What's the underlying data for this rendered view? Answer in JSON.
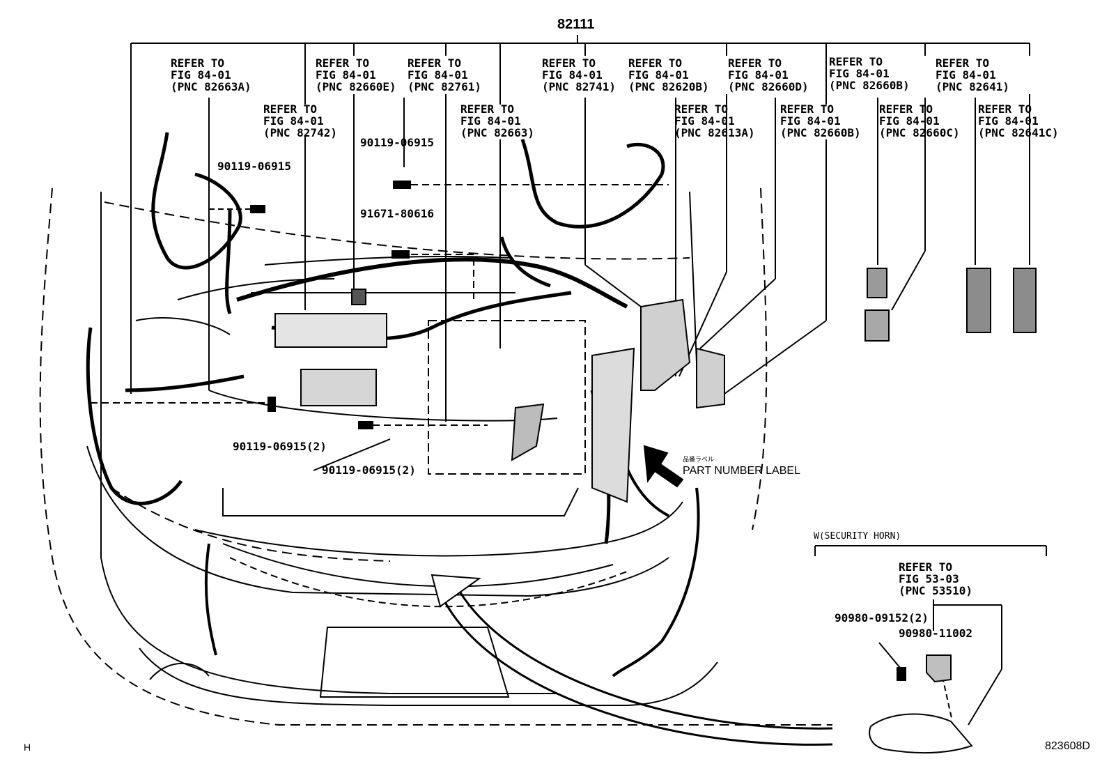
{
  "main_part": "82111",
  "refer_labels": [
    "REFER TO\nFIG 84-01\n(PNC 82663A)",
    "REFER TO\nFIG 84-01\n(PNC 82660E)",
    "REFER TO\nFIG 84-01\n(PNC 82761)",
    "REFER TO\nFIG 84-01\n(PNC 82741)",
    "REFER TO\nFIG 84-01\n(PNC 82620B)",
    "REFER TO\nFIG 84-01\n(PNC 82660D)",
    "REFER TO\nFIG 84-01\n(PNC 82660B)",
    "REFER TO\nFIG 84-01\n(PNC 82641)",
    "REFER TO\nFIG 84-01\n(PNC 82742)",
    "REFER TO\nFIG 84-01\n(PNC 82663)",
    "REFER TO\nFIG 84-01\n(PNC 82613A)",
    "REFER TO\nFIG 84-01\n(PNC 82660B)",
    "REFER TO\nFIG 84-01\n(PNC 82660C)",
    "REFER TO\nFIG 84-01\n(PNC 82641C)",
    "REFER TO\nFIG 53-03\n(PNC 53510)"
  ],
  "part_numbers": [
    "90119-06915",
    "90119-06915",
    "91671-80616",
    "90119-06915(2)",
    "90119-06915(2)",
    "90980-09152(2)",
    "90980-11002"
  ],
  "part_number_label": "PART NUMBER LABEL",
  "jp_label": "品番ラベル",
  "security_horn": "W(SECURITY HORN)",
  "corner_left": "H",
  "diagram_id": "823608D"
}
